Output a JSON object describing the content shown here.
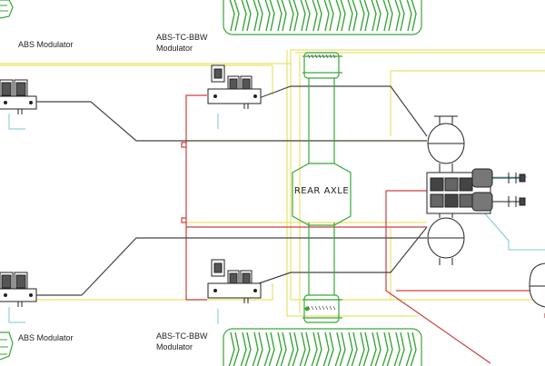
{
  "labels": {
    "abs_modulator_top": "ABS Modulator",
    "abs_tc_bbw_top_line1": "ABS-TC-BBW",
    "abs_tc_bbw_top_line2": "Modulator",
    "abs_modulator_bottom": "ABS Modulator",
    "abs_tc_bbw_bottom_line1": "ABS-TC-BBW",
    "abs_tc_bbw_bottom_line2": "Modulator",
    "rear_axle": "REAR AXLE"
  },
  "colors": {
    "tire": "#3aa63a",
    "supply_line": "#e8e36a",
    "brake_line": "#c94040",
    "signal_line": "#444444",
    "axle": "#3aa63a",
    "aux_line": "#7cc4d4",
    "device": "#222222"
  },
  "icons": {
    "modulator": "valve-block-icon",
    "tank": "air-reservoir-icon",
    "valve_cluster": "control-valve-icon"
  }
}
